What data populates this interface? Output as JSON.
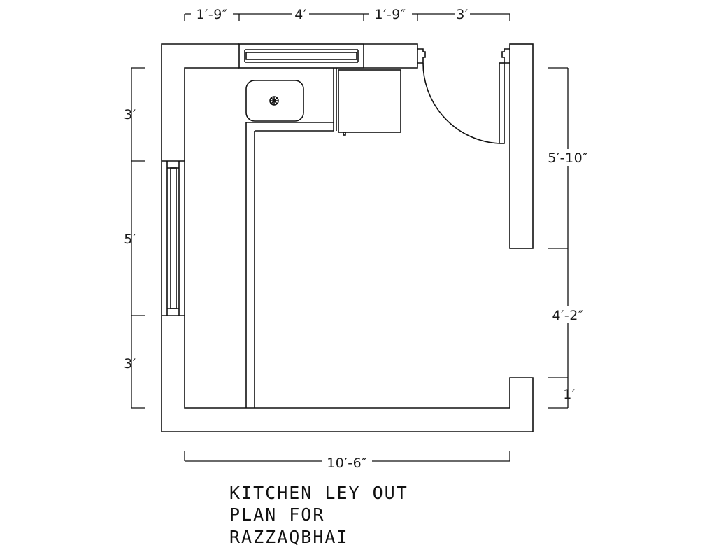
{
  "title": {
    "lines": [
      "KITCHEN LEY OUT",
      "PLAN FOR",
      "RAZZAQBHAI"
    ]
  },
  "dimensions": {
    "top": [
      "1′-9″",
      "4′",
      "1′-9″",
      "3′"
    ],
    "left": [
      "3′",
      "5′",
      "3′"
    ],
    "right": [
      "5′-10″",
      "4′-2″",
      "1′"
    ],
    "bottom": [
      "10′-6″"
    ]
  },
  "elements": {
    "walls": "exterior-wall",
    "windows": [
      "top-window",
      "left-window"
    ],
    "door": "swing-door",
    "fixtures": [
      "sink",
      "refrigerator",
      "l-shaped-counter"
    ]
  },
  "colors": {
    "line": "#111111",
    "background": "#ffffff"
  }
}
